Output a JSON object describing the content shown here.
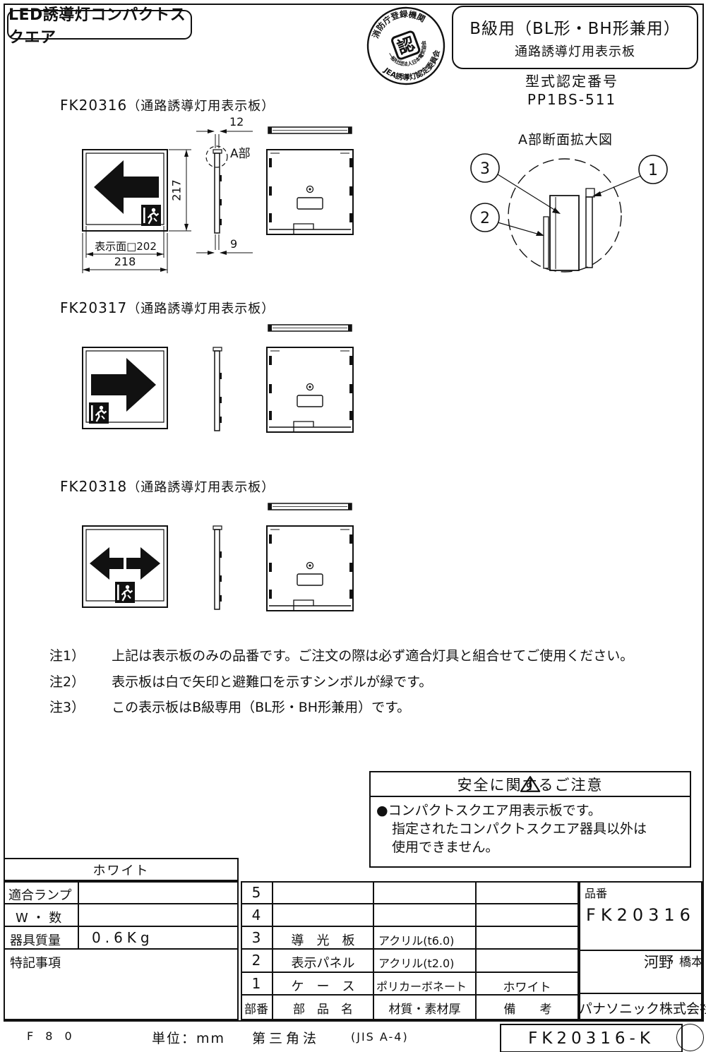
{
  "header": {
    "product_title": "LED誘導灯コンパクトスクエア",
    "class_line1": "B級用（BL形・BH形兼用）",
    "class_line2": "通路誘導灯用表示板",
    "cert_label": "型式認定番号",
    "cert_number": "PP1BS-511",
    "seal": {
      "center": "認",
      "ring_top": "消防庁登録機関",
      "ring_middle": "一般社団法人日本電気協会",
      "ring_bottom": "JEA誘導灯認定委員会"
    }
  },
  "sections": [
    {
      "model": "FK20316",
      "type_note": "（通路誘導灯用表示板）"
    },
    {
      "model": "FK20317",
      "type_note": "（通路誘導灯用表示板）"
    },
    {
      "model": "FK20318",
      "type_note": "（通路誘導灯用表示板）"
    }
  ],
  "dimensions": {
    "side_top": "12",
    "height": "217",
    "face": "表示面□202",
    "width": "218",
    "side_bottom": "9",
    "detail_ref": "A部"
  },
  "detail_view": {
    "title": "A部断面拡大図",
    "balloon_1": "1",
    "balloon_2": "2",
    "balloon_3": "3"
  },
  "notes": [
    {
      "label": "注1）",
      "text": "上記は表示板のみの品番です。ご注文の際は必ず適合灯具と組合せてご使用ください。"
    },
    {
      "label": "注2）",
      "text": "表示板は白で矢印と避難口を示すシンボルが緑です。"
    },
    {
      "label": "注3）",
      "text": "この表示板はB級専用（BL形・BH形兼用）です。"
    }
  ],
  "safety": {
    "title": "安全に関するご注意",
    "bullet": "●",
    "line1": "コンパクトスクエア用表示板です。",
    "line2": "指定されたコンパクトスクエア器具以外は",
    "line3": "使用できません。"
  },
  "spec_table": {
    "finish": "ホワイト",
    "rows": [
      {
        "label": "適合ランプ",
        "value": ""
      },
      {
        "label": "W ・ 数",
        "value": ""
      },
      {
        "label": "器具質量",
        "value": "0.6Kg"
      },
      {
        "label": "特記事項",
        "value": ""
      }
    ]
  },
  "parts_table": {
    "rows": [
      {
        "no": "5",
        "name": "",
        "material": "",
        "remark": ""
      },
      {
        "no": "4",
        "name": "",
        "material": "",
        "remark": ""
      },
      {
        "no": "3",
        "name": "導　光　板",
        "material": "アクリル(t6.0)",
        "remark": ""
      },
      {
        "no": "2",
        "name": "表示パネル",
        "material": "アクリル(t2.0)",
        "remark": ""
      },
      {
        "no": "1",
        "name": "ケ　ー　ス",
        "material": "ポリカーボネート",
        "remark": "ホワイト"
      }
    ],
    "footer": {
      "no": "部番",
      "name": "部　品　名",
      "material": "材質・素材厚",
      "remark": "備　　考"
    }
  },
  "title_block": {
    "part_no_label": "品番",
    "part_no": "FK20316",
    "approver_1": "河野",
    "approver_2": "橋本",
    "company": "パナソニック株式会社"
  },
  "footer_strip": {
    "form_code": "F 8 0",
    "unit": "単位：mm",
    "projection": "第三角法",
    "standard": "(JIS A-4)",
    "drawing_no": "FK20316-K"
  }
}
